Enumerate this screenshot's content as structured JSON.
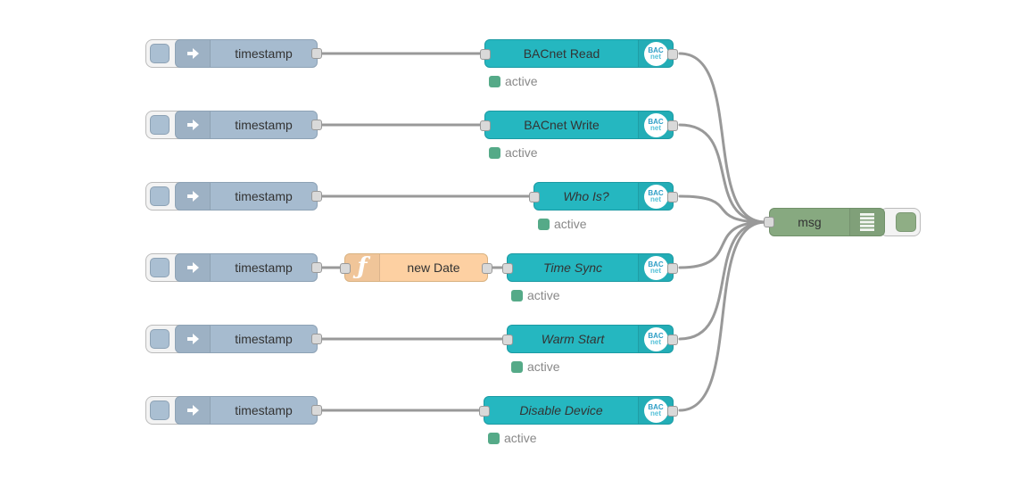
{
  "colors": {
    "background": "#ffffff",
    "wire": "#999999",
    "port_fill": "#d9d9d9",
    "port_border": "#999999",
    "inject_fill": "#a6bbcf",
    "bacnet_fill": "#25b7c0",
    "function_fill": "#fdd0a2",
    "debug_fill": "#87a980",
    "status_green": "#55aa88",
    "status_text": "#888888",
    "label_text": "#333333",
    "badge_bac_text": "#2d9ec6",
    "badge_net_text": "#55c1d8"
  },
  "badge": {
    "line1": "BAC",
    "line2": "net"
  },
  "inject_nodes": [
    {
      "label": "timestamp"
    },
    {
      "label": "timestamp"
    },
    {
      "label": "timestamp"
    },
    {
      "label": "timestamp"
    },
    {
      "label": "timestamp"
    },
    {
      "label": "timestamp"
    }
  ],
  "function_node": {
    "label": "new Date",
    "icon_glyph": "ƒ"
  },
  "bacnet_nodes": [
    {
      "label": "BACnet Read",
      "status": "active"
    },
    {
      "label": "BACnet Write",
      "status": "active"
    },
    {
      "label": "Who Is?",
      "status": "active"
    },
    {
      "label": "Time Sync",
      "status": "active"
    },
    {
      "label": "Warm Start",
      "status": "active"
    },
    {
      "label": "Disable Device",
      "status": "active"
    }
  ],
  "debug_node": {
    "label": "msg"
  },
  "wires": [
    [
      360,
      60,
      540,
      60
    ],
    [
      360,
      140,
      540,
      140
    ],
    [
      360,
      220,
      595,
      220
    ],
    [
      360,
      300,
      382,
      300
    ],
    [
      549,
      300,
      565,
      300
    ],
    [
      360,
      380,
      565,
      380
    ],
    [
      360,
      460,
      539,
      460
    ],
    [
      762,
      60,
      858,
      249
    ],
    [
      762,
      140,
      858,
      249
    ],
    [
      762,
      220,
      858,
      249
    ],
    [
      762,
      300,
      858,
      249
    ],
    [
      762,
      380,
      858,
      249
    ],
    [
      762,
      460,
      858,
      249
    ]
  ]
}
